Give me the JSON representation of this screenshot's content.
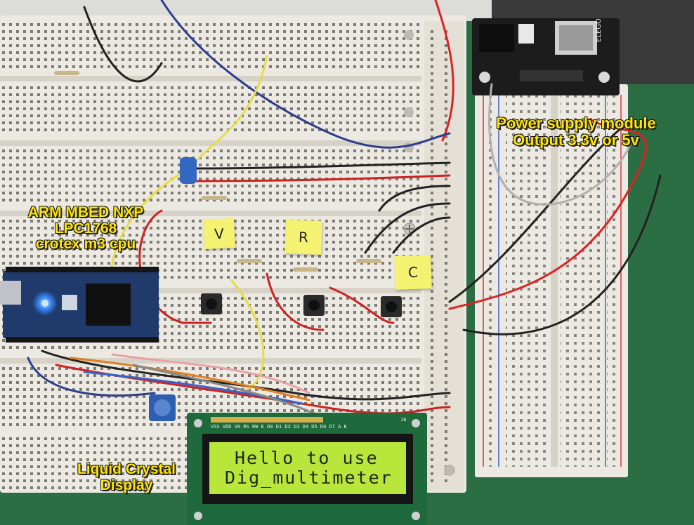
{
  "annotations": {
    "power_supply": [
      "Power supply module",
      "Output 3.3v or 5v"
    ],
    "mcu": [
      "ARM MBED NXP",
      "LPC1768",
      "crotex m3 cpu"
    ],
    "lcd_caption": [
      "Liquid Crystal",
      "Display"
    ]
  },
  "sticky_notes": {
    "v": "V",
    "r": "R",
    "c": "C"
  },
  "lcd": {
    "line1": "Hello to use",
    "line2": "Dig_multimeter",
    "pin_header": "VSS VDD V0 RS RW E D0 D1 D2 D3 D4 D5 D6 D7 A K",
    "pin_count": "16"
  },
  "power_module_brand": "ELEGO",
  "colors": {
    "pcb_green": "#2c6e44",
    "breadboard": "#ece9e2",
    "annotation_yellow": "#ffe600",
    "lcd_backlight": "#b8e63a",
    "mbed_blue": "#1f3a6b",
    "led_blue": "#3a8cff"
  }
}
